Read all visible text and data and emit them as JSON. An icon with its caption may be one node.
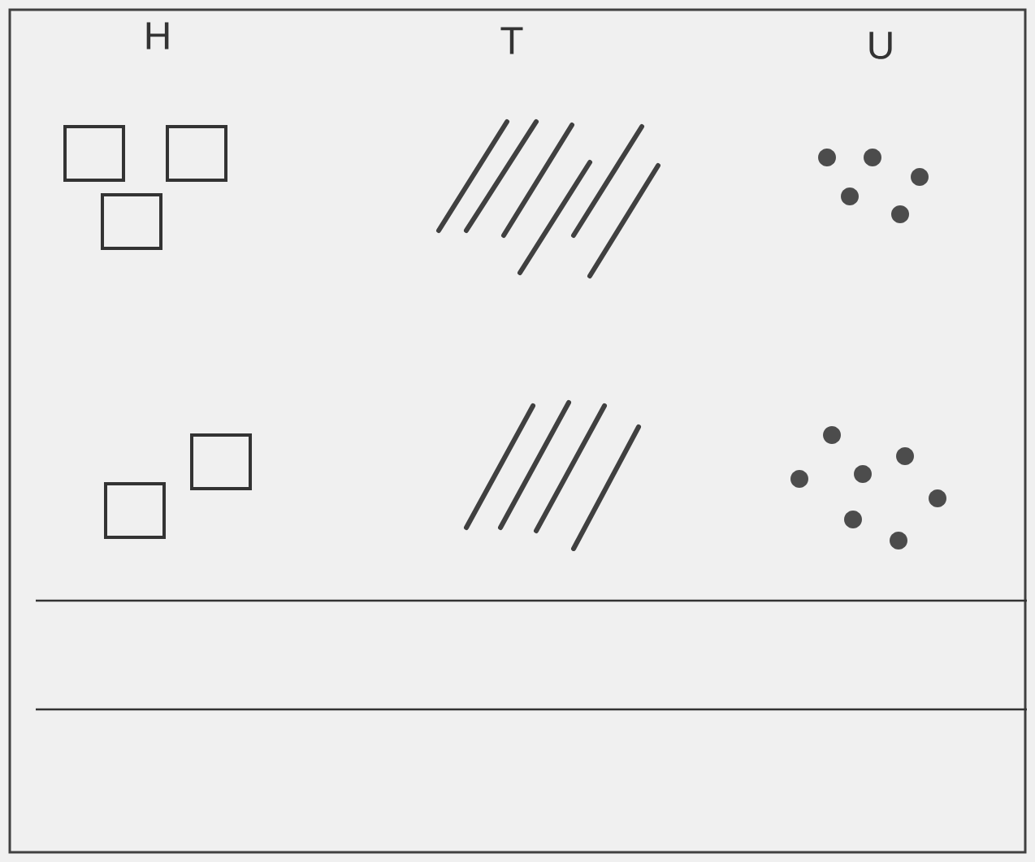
{
  "diagram": {
    "labels": [
      "H",
      "T",
      "U"
    ]
  }
}
